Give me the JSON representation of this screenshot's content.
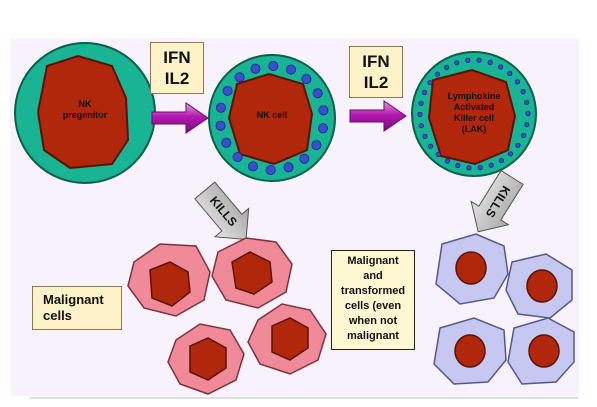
{
  "colors": {
    "background_panel": "#f8f2fc",
    "cell_membrane": "#19b493",
    "nucleus": "#b0270c",
    "granule": "#3a4fd0",
    "stimulation_arrow": "#b418b0",
    "kills_arrow": "#bdbdbd",
    "malignant_cell": "#f08a98",
    "transformed_cell": "#c6c8f2",
    "label_box": "#fdf2c8"
  },
  "cells": {
    "nk_pregenitor": {
      "lines": [
        "NK",
        "pregenitor"
      ]
    },
    "nk_cell": {
      "label": "NK cell"
    },
    "lak_cell": {
      "lines": [
        "Lymphokine",
        "Activated",
        "Killer cell",
        "(LAK)"
      ]
    }
  },
  "stimuli": [
    {
      "lines": [
        "IFN",
        "IL2"
      ]
    },
    {
      "lines": [
        "IFN",
        "IL2"
      ]
    }
  ],
  "kills": [
    {
      "label": "KILLS"
    },
    {
      "label": "KILLS"
    }
  ],
  "targets": {
    "malignant": {
      "lines": [
        "Malignant",
        "cells"
      ]
    },
    "transformed": {
      "lines": [
        "Malignant",
        "and",
        "transformed",
        "cells (even",
        "when not",
        "malignant"
      ]
    }
  }
}
